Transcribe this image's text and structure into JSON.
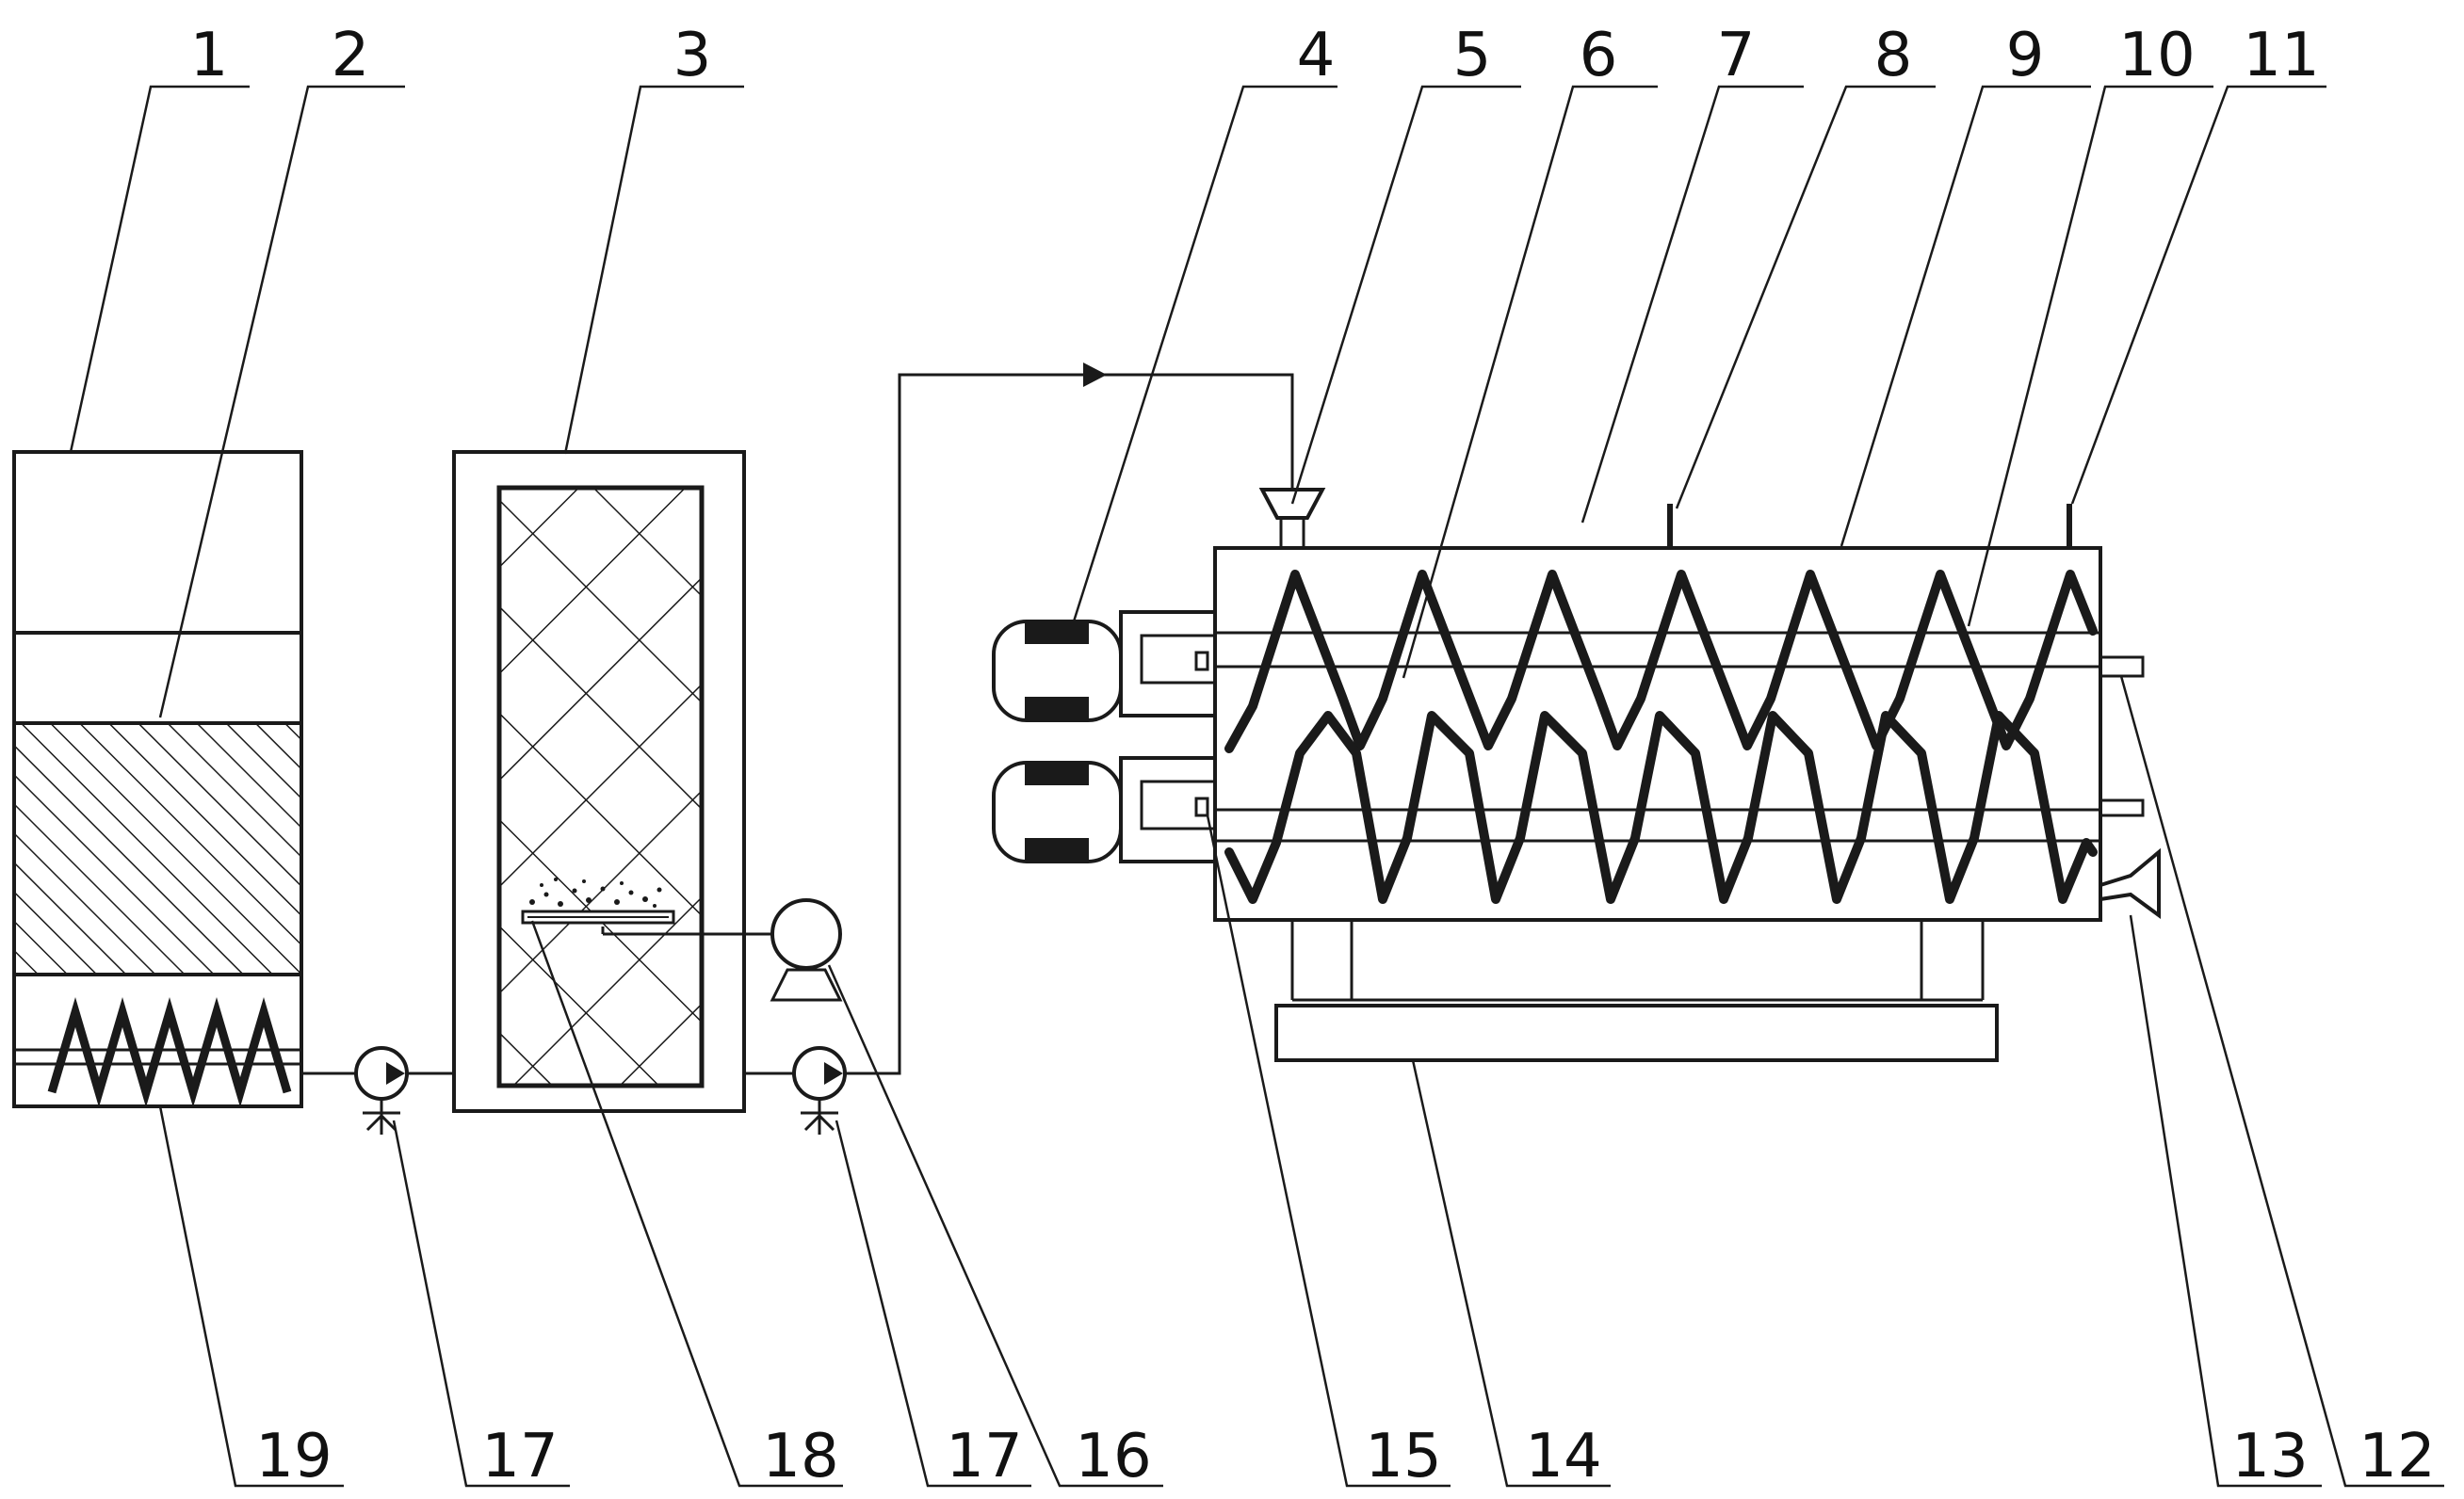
{
  "labels": {
    "l1": "1",
    "l2": "2",
    "l3": "3",
    "l4": "4",
    "l5": "5",
    "l6": "6",
    "l7": "7",
    "l8": "8",
    "l9": "9",
    "l10": "10",
    "l11": "11",
    "l12": "12",
    "l13": "13",
    "l14": "14",
    "l15": "15",
    "l16": "16",
    "l17a": "17",
    "l17b": "17",
    "l18": "18",
    "l19": "19"
  },
  "colors": {
    "line": "#1a1a1a",
    "background": "#ffffff"
  }
}
